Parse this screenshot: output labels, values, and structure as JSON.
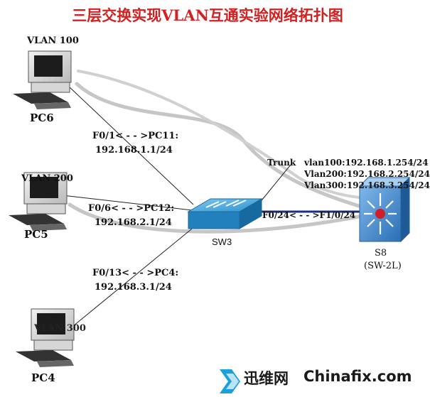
{
  "title": "三层交换实现VLAN互通实验网络拓扑图",
  "pcs": [
    {
      "name": "PC6",
      "vlan": "VLAN 100"
    },
    {
      "name": "PC5",
      "vlan": "VLAN 200"
    },
    {
      "name": "PC4",
      "vlan": "VLAN 300"
    }
  ],
  "links": [
    {
      "port": "F0/1< - - >PC11:",
      "ip": "192.168.1.1/24"
    },
    {
      "port": "F0/6< - - >PC12:",
      "ip": "192.168.2.1/24"
    },
    {
      "port": "F0/13< - - >PC4:",
      "ip": "192.168.3.1/24"
    }
  ],
  "switch": {
    "name": "SW3"
  },
  "trunk": {
    "label": "Trunk",
    "port_link": "F0/24< - - >F1/0/24"
  },
  "core": {
    "name": "S8",
    "model": "(SW-2L)",
    "vlan_ips": [
      "vlan100:192.168.1.254/24",
      "Vlan200:192.168.2.254/24",
      "Vlan300:192.168.3.254/24"
    ]
  },
  "watermark": {
    "text1": "迅维网",
    "text2": "Chinafix.com"
  },
  "colors": {
    "title": "#d42020",
    "switch": "#1e8ac4",
    "core": "#2a6fb5",
    "cable": "#c6c6c6"
  }
}
